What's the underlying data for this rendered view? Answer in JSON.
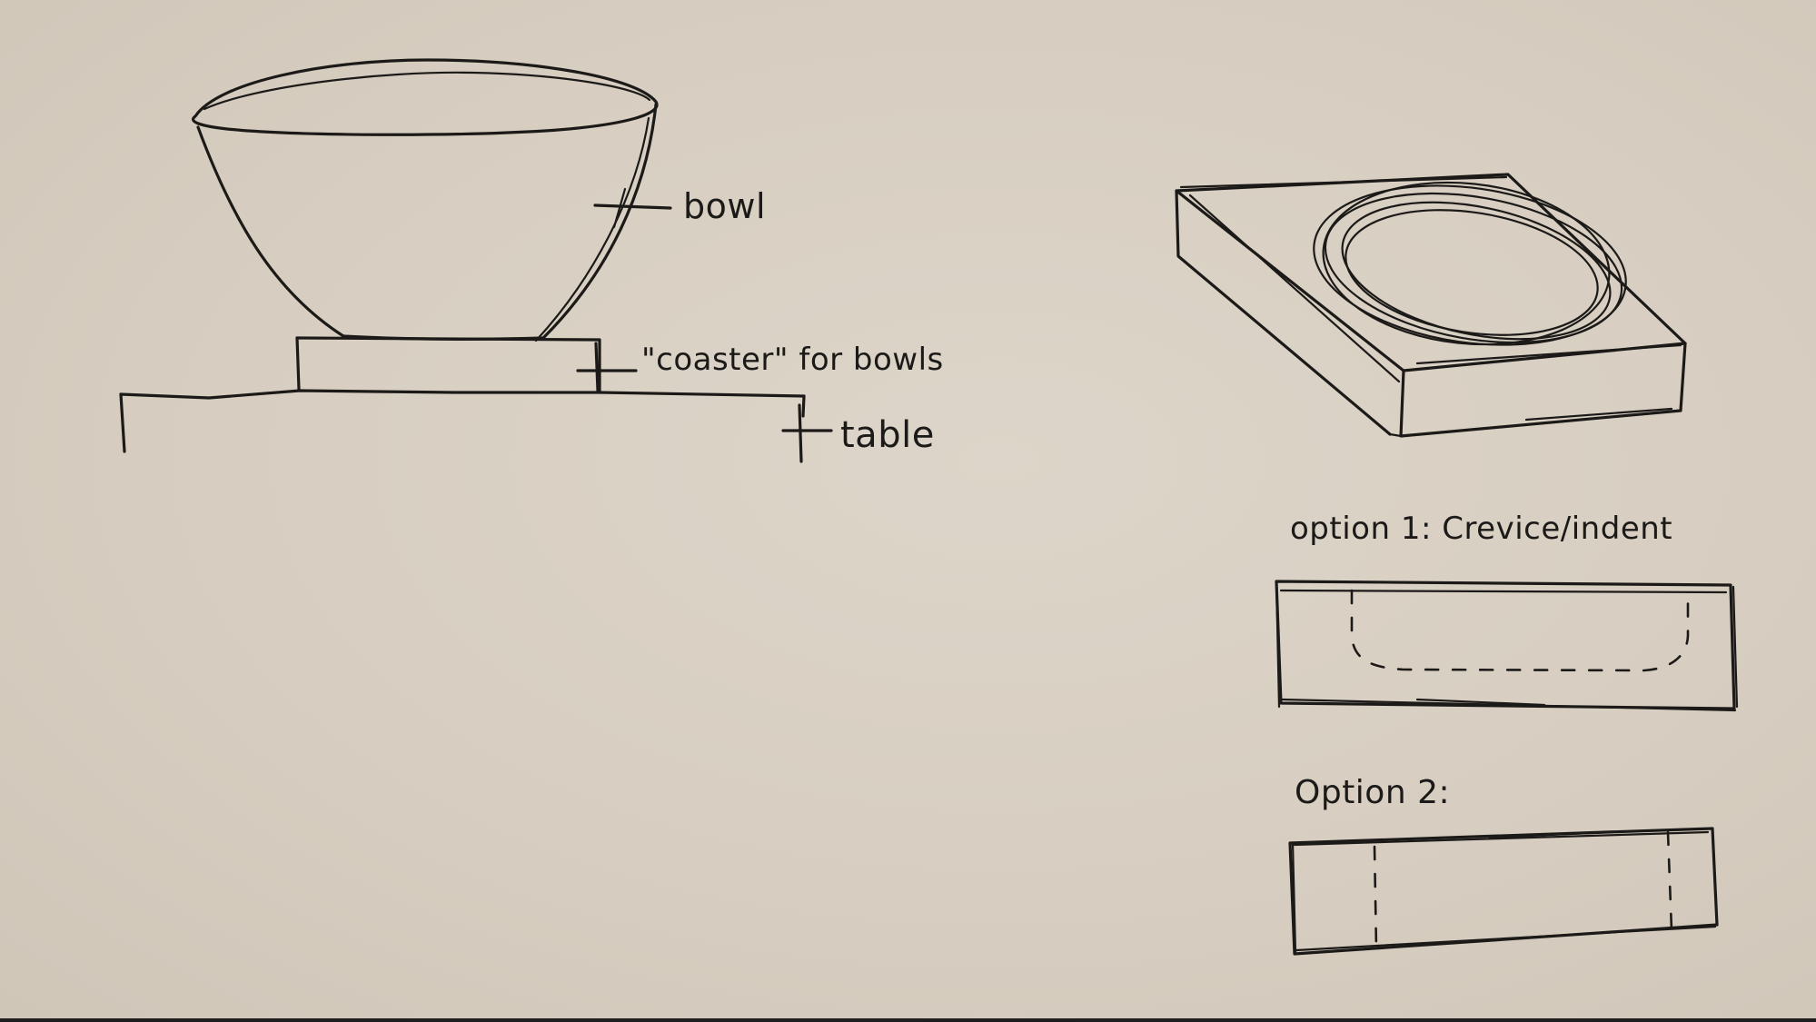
{
  "labels": {
    "bowl": "bowl",
    "coaster": "\"coaster\" for bowls",
    "table": "table",
    "option1": "option 1: Crevice/indent",
    "option2": "Option 2:"
  },
  "colors": {
    "paper": "#d6cdc0",
    "ink": "#1c1a18"
  }
}
